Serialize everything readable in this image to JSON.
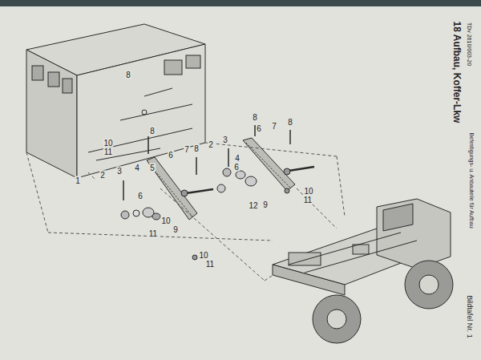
{
  "diagram": {
    "title": "18 Aufbau, Koffer-Lkw",
    "labels": [
      "TDv 2610/003-20",
      "Befestigungs- u. Anbauteile für Aufbau",
      "Bildtafel Nr. 1",
      "8",
      "1",
      "8",
      "10",
      "11",
      "8",
      "5",
      "6",
      "7",
      "2",
      "3",
      "8",
      "6",
      "7",
      "8",
      "4",
      "6",
      "2",
      "3",
      "4",
      "6",
      "10",
      "9",
      "11",
      "12",
      "9",
      "10",
      "11",
      "10",
      "11"
    ]
  }
}
